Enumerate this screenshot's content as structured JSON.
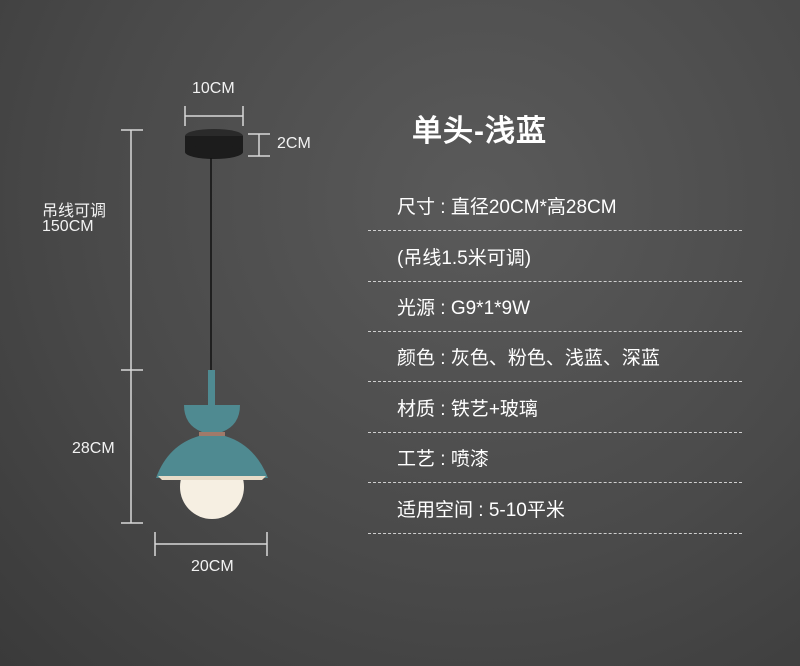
{
  "dimensions": {
    "canopy_width": "10CM",
    "canopy_height": "2CM",
    "cord_label_line1": "吊线可调",
    "cord_label_line2": "150CM",
    "lamp_height": "28CM",
    "lamp_width": "20CM"
  },
  "title": "单头-浅蓝",
  "specs": [
    "尺寸 : 直径20CM*高28CM",
    "(吊线1.5米可调)",
    "光源 : G9*1*9W",
    "颜色 : 灰色、粉色、浅蓝、深蓝",
    "材质 : 铁艺+玻璃",
    "工艺 : 喷漆",
    "适用空间 : 5-10平米"
  ],
  "colors": {
    "shade": "#4f8a91",
    "canopy": "#1c1c1c",
    "globe": "#f6efe2"
  }
}
